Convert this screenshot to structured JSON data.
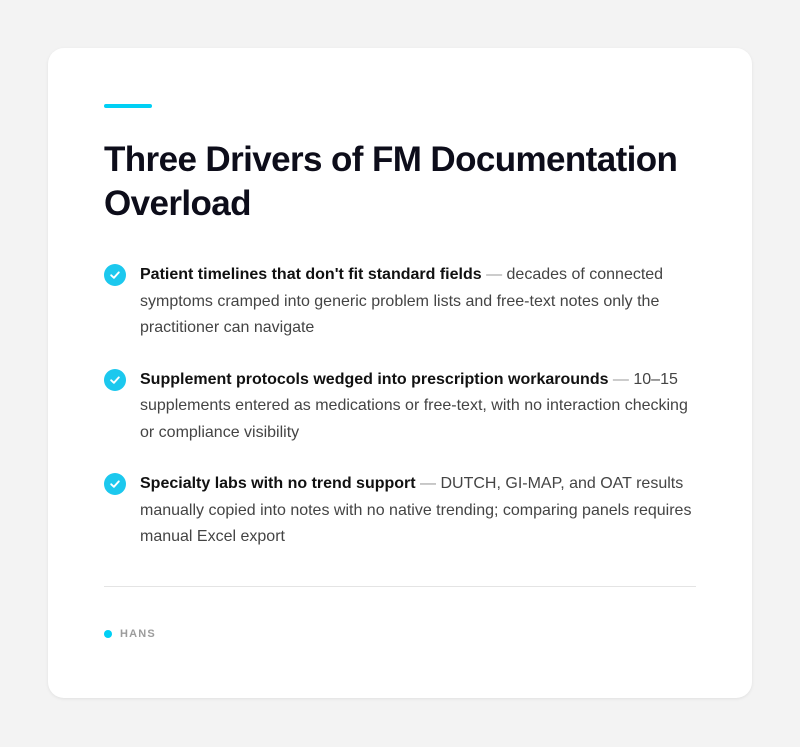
{
  "card": {
    "accent_color": "#00d0f5",
    "title": "Three Drivers of FM Documentation Overload",
    "items": [
      {
        "lead": "Patient timelines that don't fit standard fields",
        "dash": " — ",
        "body": "decades of connected symptoms cramped into generic problem lists and free-text notes only the practitioner can navigate",
        "icon": "check-circle-icon"
      },
      {
        "lead": "Supplement protocols wedged into prescription workarounds",
        "dash": " — ",
        "body": "10–15 supplements entered as medications or free-text, with no interaction checking or compliance visibility",
        "icon": "check-circle-icon"
      },
      {
        "lead": "Specialty labs with no trend support",
        "dash": " — ",
        "body": "DUTCH, GI-MAP, and OAT results manually copied into notes with no native trending; comparing panels requires manual Excel export",
        "icon": "check-circle-icon"
      }
    ],
    "footer": {
      "brand": "HANS"
    }
  }
}
